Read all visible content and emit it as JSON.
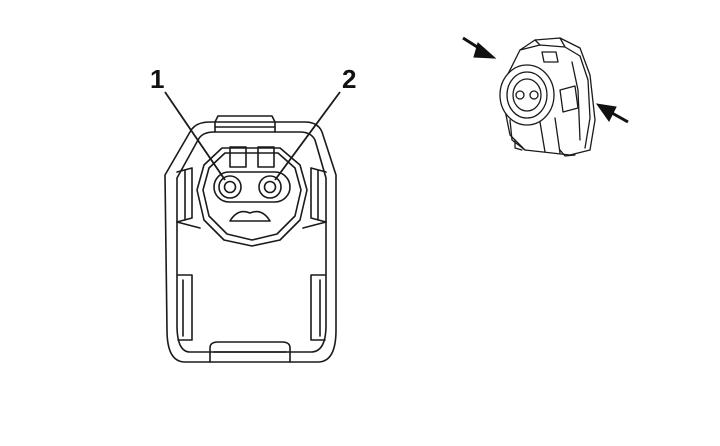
{
  "diagram": {
    "callouts": [
      {
        "id": "pin-1",
        "label": "1"
      },
      {
        "id": "pin-2",
        "label": "2"
      }
    ],
    "colors": {
      "line": "#1a1a1a",
      "fill": "#ffffff",
      "arrow": "#111111"
    },
    "views": [
      {
        "name": "connector-face-view"
      },
      {
        "name": "connector-isometric-view"
      }
    ]
  }
}
